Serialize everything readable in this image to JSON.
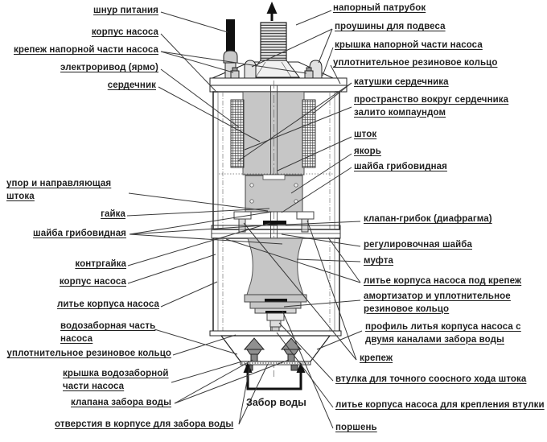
{
  "diagram_subject": "вибрационный погружной насос (схема устройства)",
  "colors": {
    "line": "#222222",
    "label_text": "#1f1f1f",
    "metal_gray": "#c6c6c6",
    "dark_fill": "#111111"
  },
  "labels": {
    "left": [
      {
        "text": "шнур питания"
      },
      {
        "text": "корпус насоса"
      },
      {
        "text": "крепеж напорной части насоса"
      },
      {
        "text": "электроривод (ярмо)"
      },
      {
        "text": "сердечник"
      },
      {
        "line1": "упор и направляющая",
        "line2": "штока"
      },
      {
        "text": "гайка"
      },
      {
        "text": "шайба грибовидная"
      },
      {
        "text": "контргайка"
      },
      {
        "text": "корпус насоса"
      },
      {
        "text": "литье корпуса насоса"
      },
      {
        "line1": "водозаборная часть",
        "line2": "насоса"
      },
      {
        "text": "уплотнительное резиновое кольцо"
      },
      {
        "line1": "крышка водозаборной",
        "line2": "части насоса"
      },
      {
        "text": "клапана забора воды"
      },
      {
        "text": "отверстия в корпусе для забора воды"
      }
    ],
    "right": [
      {
        "text": "напорный патрубок"
      },
      {
        "text": "проушины для подвеса"
      },
      {
        "text": "крышка напорной части насоса"
      },
      {
        "text": "уплотнительное резиновое кольцо"
      },
      {
        "text": "катушки сердечника"
      },
      {
        "line1": "пространство вокруг сердечника",
        "line2": "залито компаундом"
      },
      {
        "text": "шток"
      },
      {
        "text": "якорь"
      },
      {
        "text": "шайба грибовидная"
      },
      {
        "text": "клапан-грибок (диафрагма)"
      },
      {
        "text": "регулировочная шайба"
      },
      {
        "text": "муфта"
      },
      {
        "text": "литье корпуса насоса под крепеж"
      },
      {
        "line1": "амортизатор и уплотнительное",
        "line2": "резиновое кольцо"
      },
      {
        "line1": "профиль литья корпуса насоса с",
        "line2": "двумя каналами забора воды"
      },
      {
        "text": "крепеж"
      },
      {
        "text": "втулка для точного соосного хода штока"
      },
      {
        "text": "литье корпуса насоса для крепления втулки"
      },
      {
        "text": "поршень"
      }
    ],
    "bottom_caption": "Забор воды"
  }
}
